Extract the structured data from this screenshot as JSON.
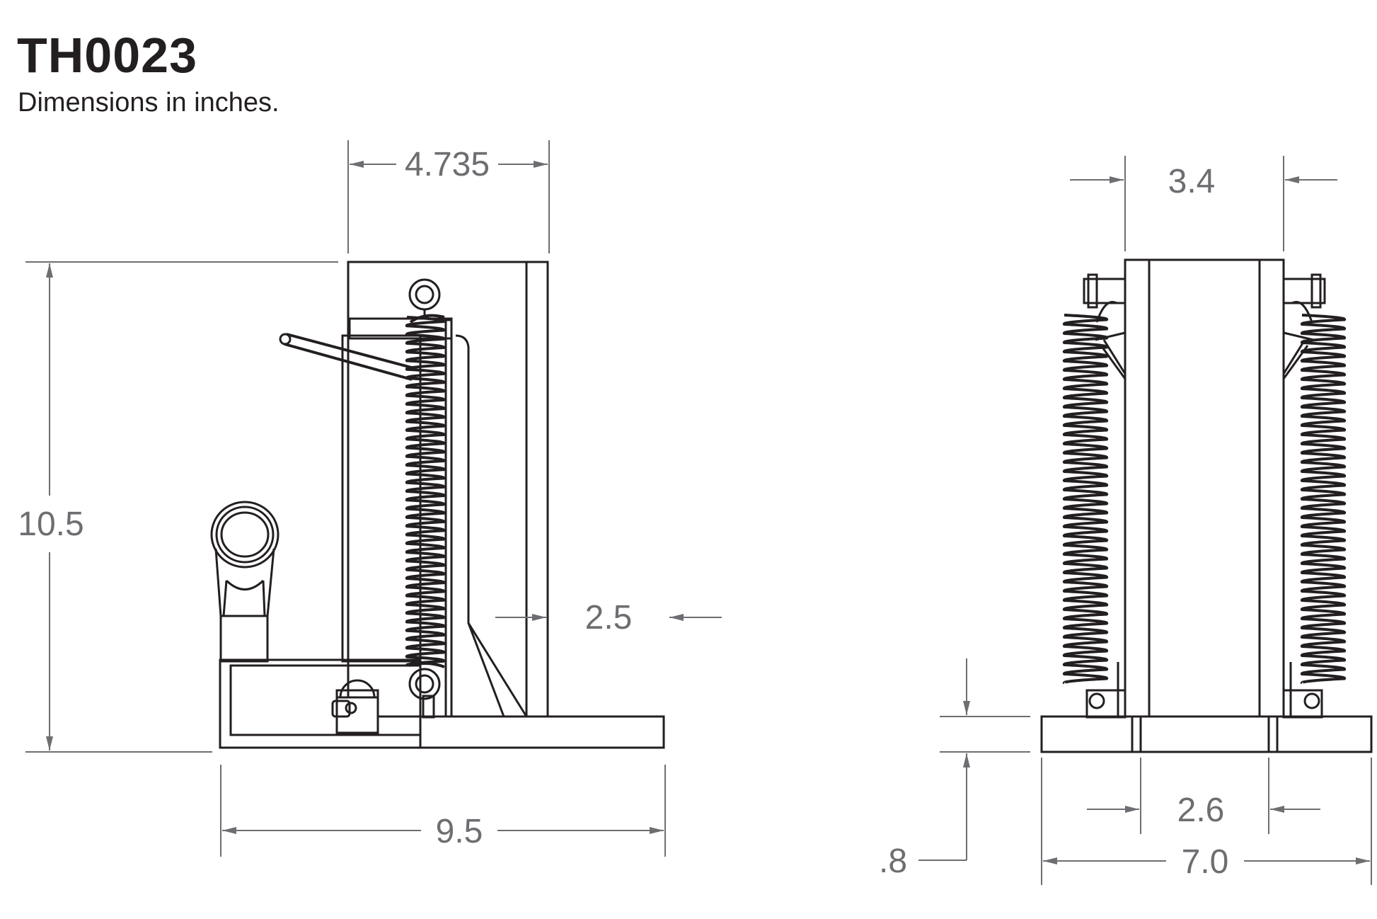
{
  "header": {
    "title": "TH0023",
    "subtitle": "Dimensions in inches."
  },
  "dimensions": {
    "top_width": "4.735",
    "height": "10.5",
    "toe_depth": "2.5",
    "base_length": "9.5",
    "side_top_width": "3.4",
    "base_height": ".8",
    "side_mid_width": "2.6",
    "side_base_width": "7.0"
  },
  "colors": {
    "ink": "#231f20",
    "dimension": "#6d6e71"
  }
}
